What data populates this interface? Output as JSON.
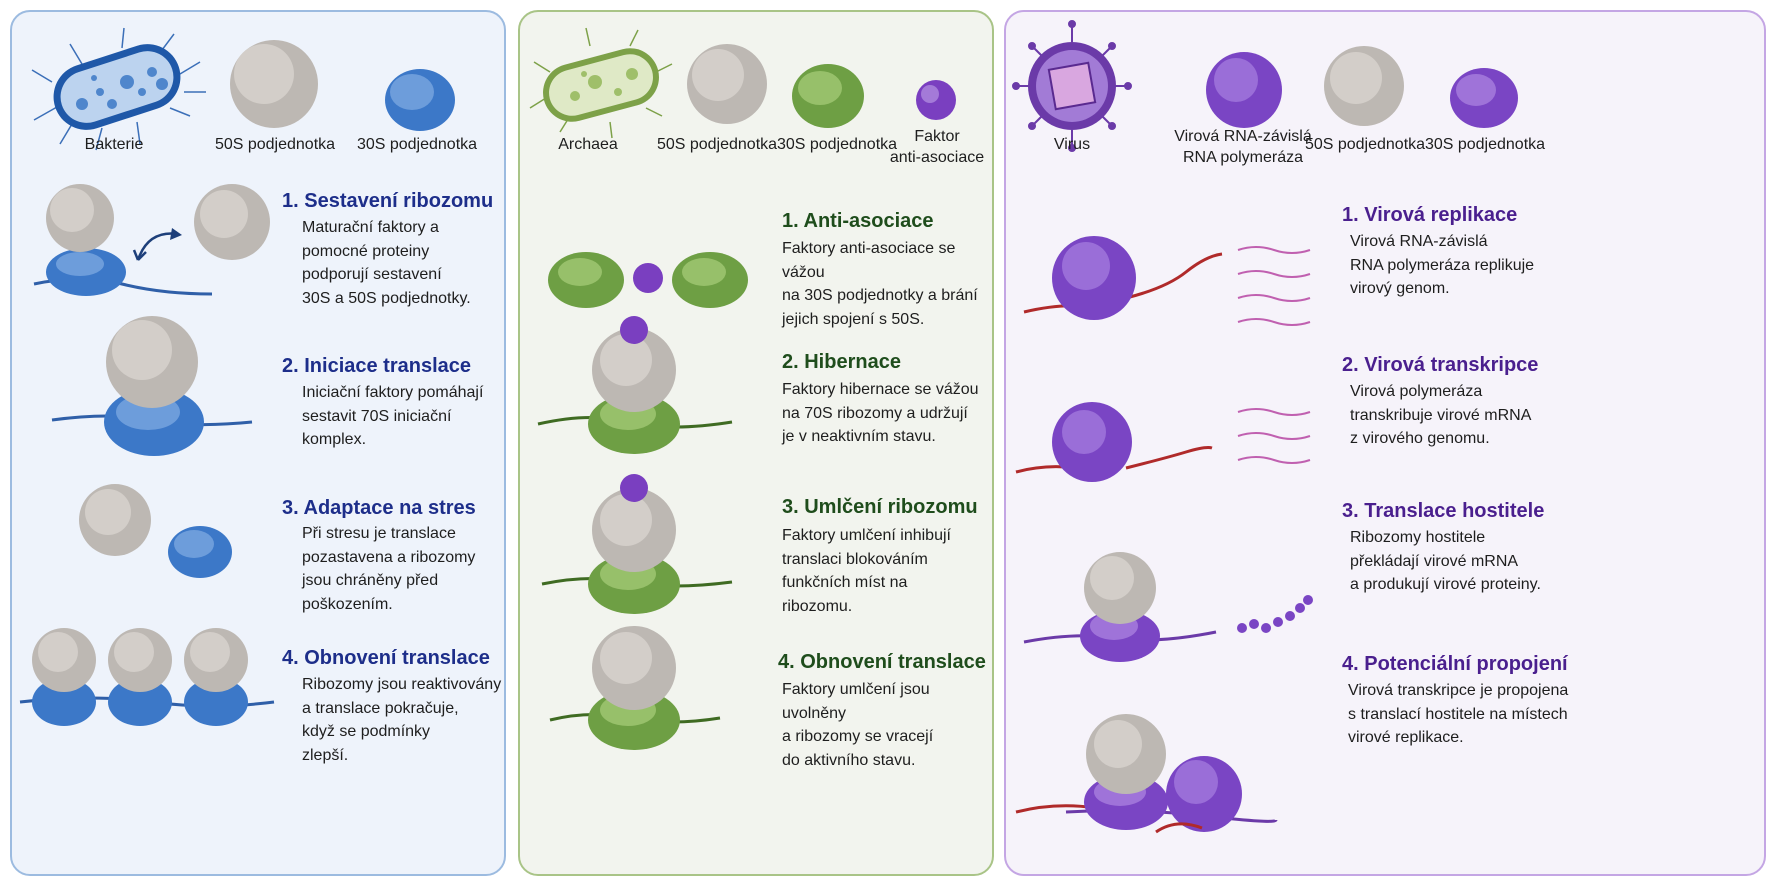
{
  "colors": {
    "bacteria": "#3c78c8",
    "archaea": "#74a64a",
    "virus": "#8a55c8",
    "large_subunit": "#c8c3be",
    "rna_virus": "#b02a2a"
  },
  "bacteria": {
    "captions": {
      "organism": "Bakterie",
      "large": "50S podjednotka",
      "small": "30S podjednotka"
    },
    "steps": [
      {
        "title": "1. Sestavení ribozomu",
        "desc": "Maturační faktory a\npomocné proteiny\npodporují sestavení\n30S a 50S podjednotky."
      },
      {
        "title": "2. Iniciace translace",
        "desc": "Iniciační faktory pomáhají\nsestavit 70S iniciační\nkomplex."
      },
      {
        "title": "3. Adaptace na stres",
        "desc": "Při stresu je translace\npozastavena a ribozomy\njsou chráněny před\npoškozením."
      },
      {
        "title": "4. Obnovení translace",
        "desc": "Ribozomy jsou reaktivovány\na translace pokračuje,\nkdyž se podmínky\nzlepší."
      }
    ]
  },
  "archaea": {
    "captions": {
      "organism": "Archaea",
      "large": "50S podjednotka",
      "small": "30S podjednotka",
      "factor": "Faktor\nanti-asociace"
    },
    "steps": [
      {
        "title": "1. Anti-asociace",
        "desc": "Faktory anti-asociace se vážou\nna 30S podjednotky a brání\njejich spojení s 50S."
      },
      {
        "title": "2. Hibernace",
        "desc": "Faktory hibernace se vážou\nna 70S ribozomy a udržují\nje v neaktivním stavu."
      },
      {
        "title": "3. Umlčení ribozomu",
        "desc": "Faktory umlčení inhibují\ntranslaci blokováním\nfunkčních míst na\nribozomu."
      },
      {
        "title": "4. Obnovení translace",
        "desc": "Faktory umlčení jsou uvolněny\na ribozomy se vracejí\ndo aktivního stavu."
      }
    ]
  },
  "virus": {
    "captions": {
      "organism": "Virus",
      "polymerase": "Virová RNA-závislá\nRNA polymeráza",
      "large": "50S podjednotka",
      "small": "30S podjednotka"
    },
    "steps": [
      {
        "title": "1. Virová replikace",
        "desc": "Virová RNA-závislá\nRNA polymeráza replikuje\nvirový genom."
      },
      {
        "title": "2. Virová transkripce",
        "desc": "Virová polymeráza\ntranskribuje virové mRNA\nz virového genomu."
      },
      {
        "title": "3. Translace hostitele",
        "desc": "Ribozomy hostitele\npřekládají virové mRNA\na produkují virové proteiny."
      },
      {
        "title": "4. Potenciální propojení",
        "desc": "Virová transkripce je propojena\ns translací hostitele na místech\nvirové replikace."
      }
    ]
  }
}
